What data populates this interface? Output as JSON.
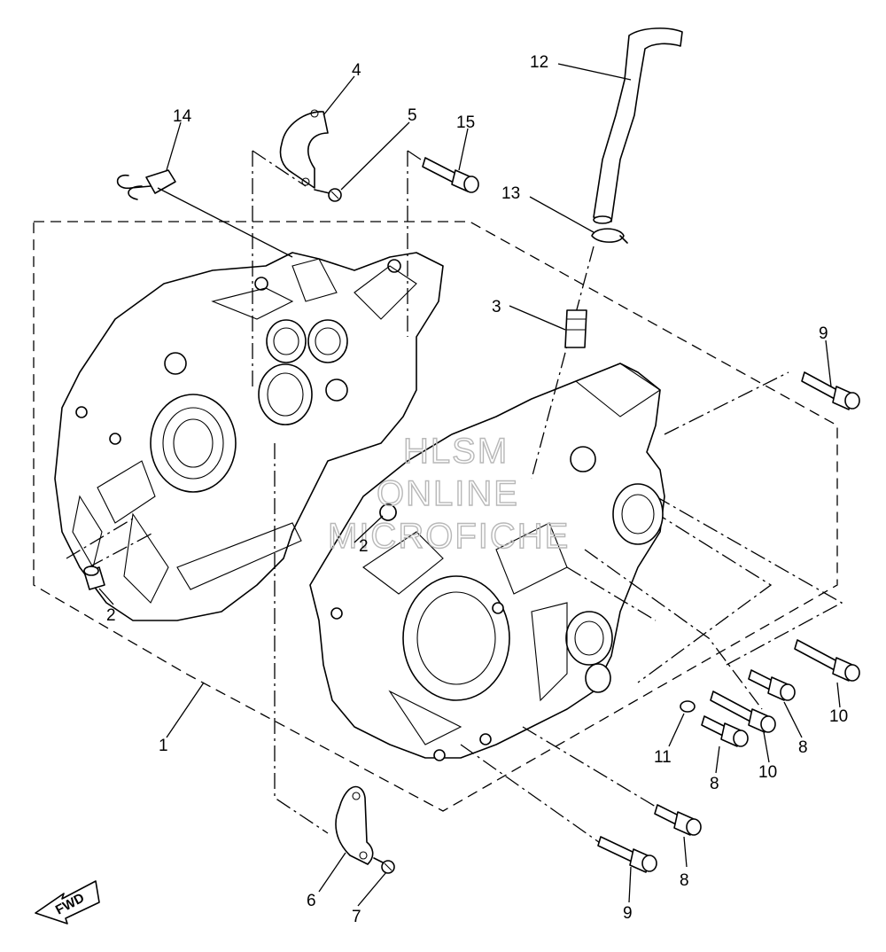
{
  "watermark": {
    "line1": "HLSM",
    "line2": "ONLINE",
    "line3": "MICROFICHE"
  },
  "fwd_label": "FWD",
  "callouts": {
    "c1": "1",
    "c2a": "2",
    "c2b": "2",
    "c3": "3",
    "c4": "4",
    "c5": "5",
    "c6": "6",
    "c7": "7",
    "c8a": "8",
    "c8b": "8",
    "c8c": "8",
    "c9a": "9",
    "c9b": "9",
    "c10a": "10",
    "c10b": "10",
    "c11": "11",
    "c12": "12",
    "c13": "13",
    "c14": "14",
    "c15": "15"
  }
}
